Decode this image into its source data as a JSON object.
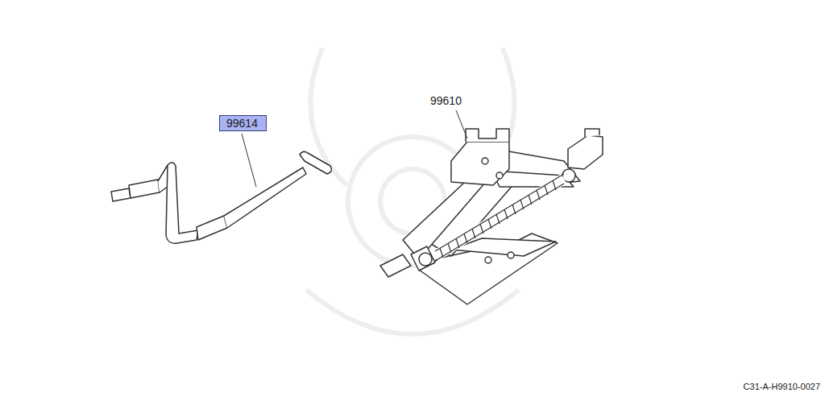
{
  "diagram": {
    "nodes": [
      {
        "text": [
          "99614"
        ]
      }
    ],
    "labels": [
      "99610",
      "C31-A-H9910-0027"
    ]
  }
}
